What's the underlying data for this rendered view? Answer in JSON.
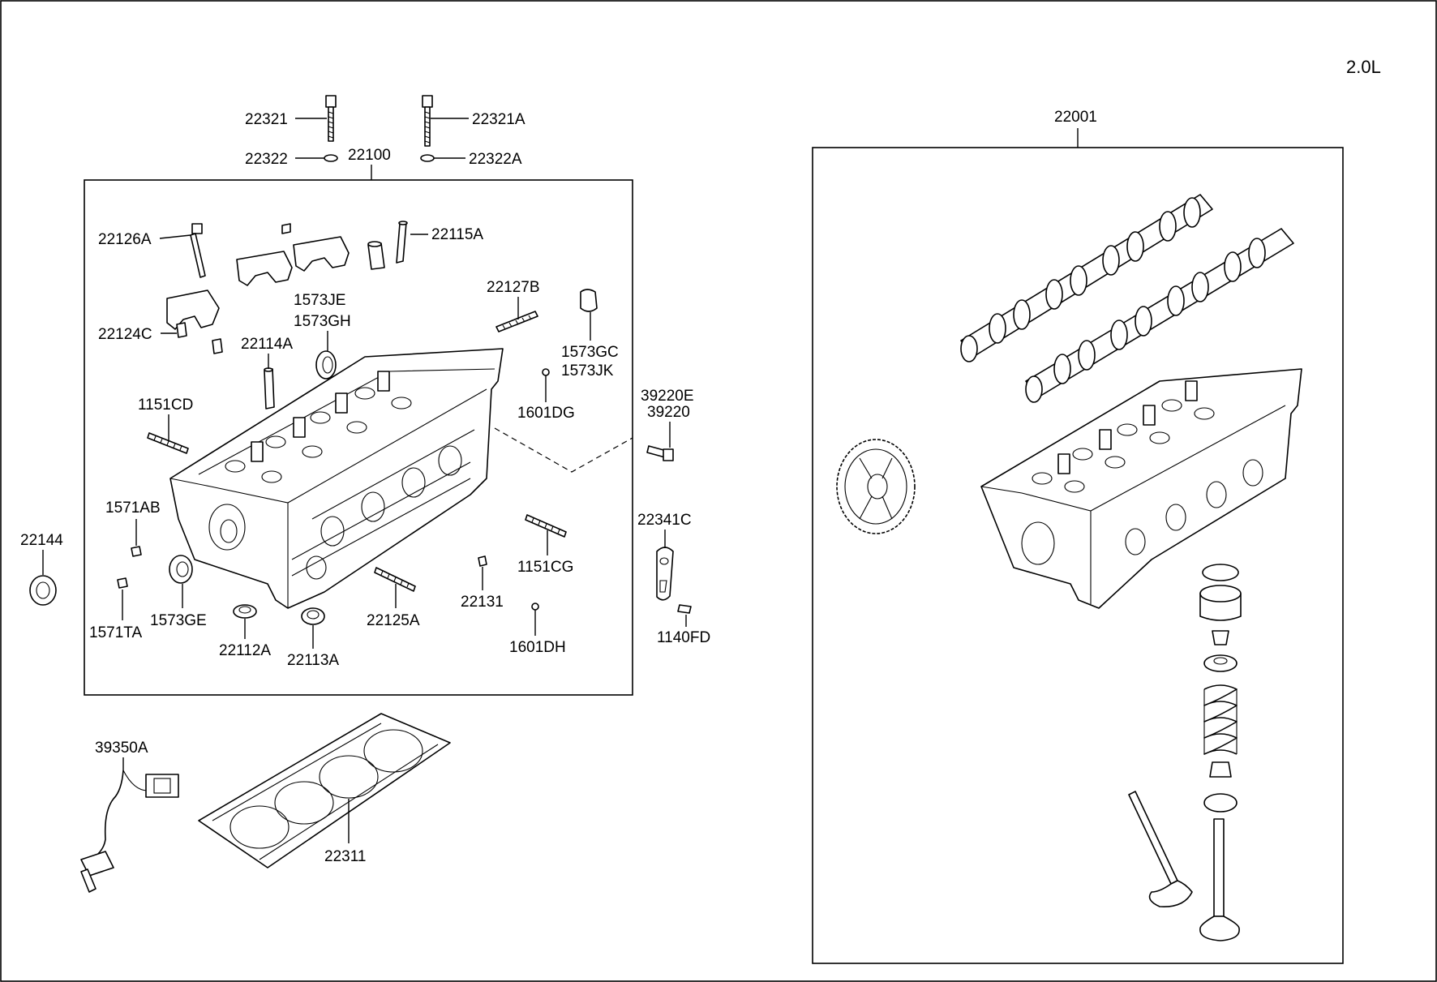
{
  "engine_label": "2.0L",
  "assemblies": {
    "left_box_label": "22100",
    "right_box_label": "22001"
  },
  "part_labels": {
    "p22321": "22321",
    "p22321A": "22321A",
    "p22322": "22322",
    "p22322A": "22322A",
    "p22126A": "22126A",
    "p22115A": "22115A",
    "p22124C": "22124C",
    "p22127B": "22127B",
    "p1573JE": "1573JE",
    "p1573GH": "1573GH",
    "p22114A": "22114A",
    "p1573GC": "1573GC",
    "p1573JK": "1573JK",
    "p1151CD": "1151CD",
    "p1601DG": "1601DG",
    "p39220E": "39220E",
    "p39220": "39220",
    "p22144": "22144",
    "p1571AB": "1571AB",
    "p22341C": "22341C",
    "p1151CG": "1151CG",
    "p22131": "22131",
    "p1571TA": "1571TA",
    "p1573GE": "1573GE",
    "p22125A": "22125A",
    "p1140FD": "1140FD",
    "p22112A": "22112A",
    "p22113A": "22113A",
    "p1601DH": "1601DH",
    "p39350A": "39350A",
    "p22311": "22311"
  }
}
